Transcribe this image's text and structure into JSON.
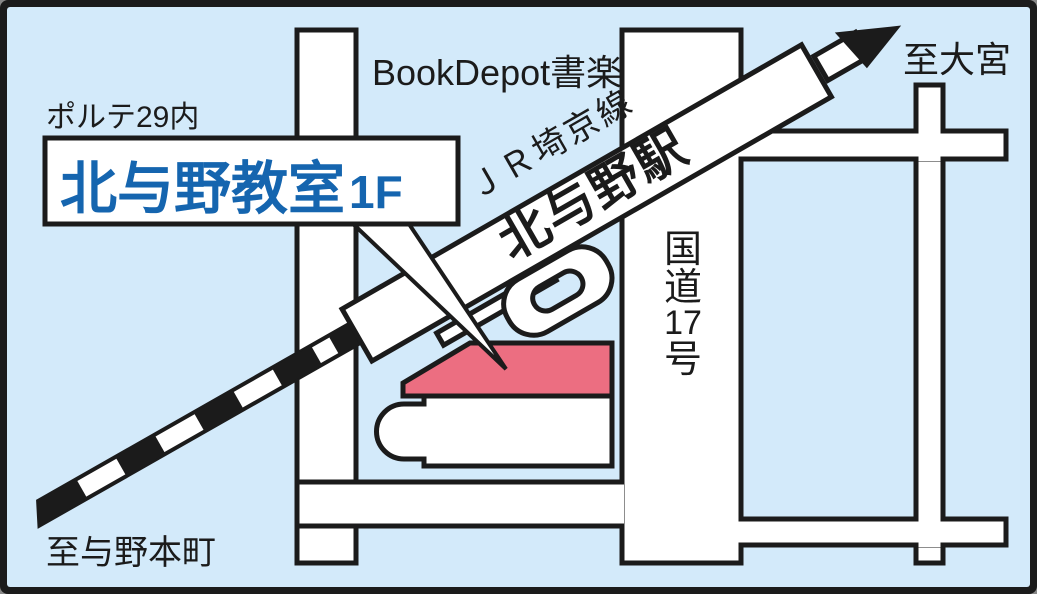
{
  "map": {
    "title_hint": "access-map",
    "area_label": "ポルテ29内",
    "classroom_name": "北与野教室",
    "classroom_floor": "1F",
    "bookstore": "BookDepot書楽",
    "rail_line": "ＪＲ埼京線",
    "station": "北与野駅",
    "route_chars": [
      "国",
      "道",
      "17",
      "号"
    ],
    "to_omiya": "至大宮",
    "to_yono_honmachi": "至与野本町",
    "colors": {
      "background": "#d3eafa",
      "outline": "#1b1b1b",
      "road": "#ffffff",
      "highlight": "#ec6e81",
      "classroom_text": "#1565af"
    }
  }
}
